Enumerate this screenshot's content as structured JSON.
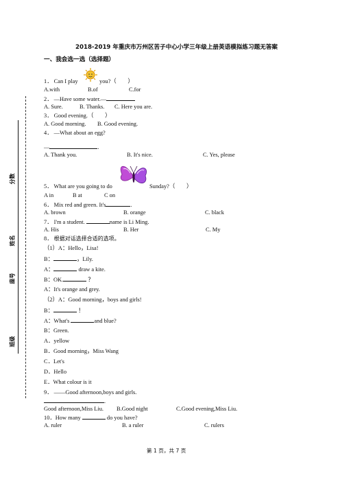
{
  "header": {
    "title": "2018-2019 年重庆市万州区苦子中心小学三年级上册英语模拟练习题无答案",
    "section1": "一、我会选一选（选择题）"
  },
  "sidebar": {
    "score_label": "分数",
    "name_label": "姓名",
    "seat_label": "座号",
    "class_label": "班级"
  },
  "questions": {
    "q1": {
      "num": "1．",
      "pre": "Can I play",
      "post": "you?（　　）",
      "a": "A.with",
      "b": "B.of",
      "c": "C.for"
    },
    "q2": {
      "num": "2．",
      "text": "—Have some water.—",
      "a": "A. Sure.",
      "b": "B. Thanks.",
      "c": "C. Here you are."
    },
    "q3": {
      "num": "3．",
      "text": "Good evening.（　　）",
      "a": "A. Good morning.",
      "b": "B. Good evening."
    },
    "q4": {
      "num": "4．",
      "text": "—What about an egg?",
      "line2": "—",
      "line2_end": ".",
      "a": "A. Thank you.",
      "b": "B. It's nice.",
      "c": "C. Yes, please"
    },
    "q5": {
      "num": "5．",
      "pre": "What are you going to do",
      "post": "Sunday?（　　）",
      "a": "A in",
      "b": "B at",
      "c": "C on"
    },
    "q6": {
      "num": "6．",
      "text": "Mix red and green. It's",
      "end": ".",
      "a": "A. brown",
      "b": "B. orange",
      "c": "C. black"
    },
    "q7": {
      "num": "7．",
      "text": "I'm a student.",
      "post": "name is Li Ming.",
      "a": "A. His",
      "b": "B. Her",
      "c": "C. My"
    },
    "q8": {
      "num": "8．",
      "text": "根据对话选择合适的选项。",
      "p1": "（1）A：Hello，Lisa!",
      "p1b_pre": "B：",
      "p1b_post": "，Lily.",
      "p1c_pre": "A：",
      "p1c_post": "draw a kite.",
      "p1d_pre": "B：OK.",
      "p1d_post": "？",
      "p1e": "A：It's orange and grey.",
      "p2": "（2）A：Good morning，boys and girls!",
      "p2b_pre": "B：",
      "p2b_post": "！",
      "p2c_pre": "A：What's",
      "p2c_post": "and blue?",
      "p2d": "B：Green.",
      "opt_a": "A．yellow",
      "opt_b": "B．Good morning，Miss Wang",
      "opt_c": "C．Let's",
      "opt_d": "D．Hello",
      "opt_e": "E．What colour is it"
    },
    "q9": {
      "num": "9．",
      "text": "——Good afternoon,boys and girls.",
      "line2_end": ".",
      "a": "Good afternoon,Miss Liu.",
      "b": "B.Good night",
      "c": "C.Good evening,Miss Liu."
    },
    "q10": {
      "num": "10．",
      "pre": "How many",
      "post": "do you have?",
      "a": "A. ruler",
      "b": "B. a ruler",
      "c": "C. rulers"
    }
  },
  "footer": {
    "page": "第 1 页，共 7 页"
  },
  "images": {
    "q1": "sun-cartoon-icon",
    "q5": "butterfly-icon"
  }
}
